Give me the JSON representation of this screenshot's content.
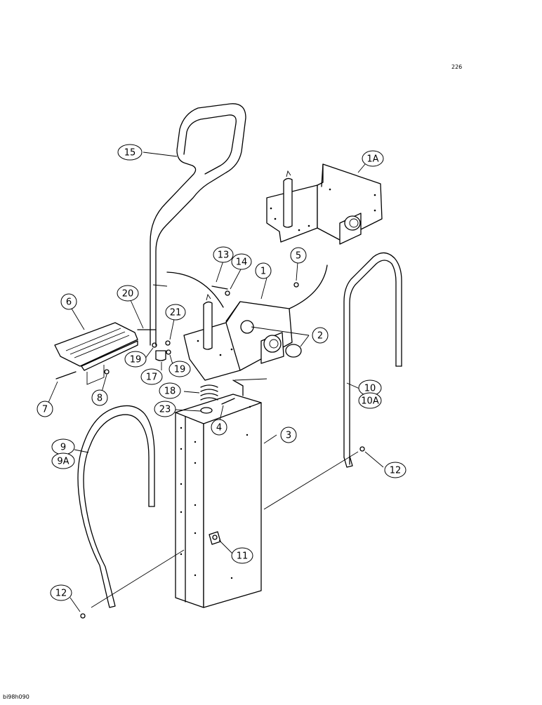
{
  "drawing": {
    "top_code": "226",
    "corner_code": "bi98h090"
  },
  "callouts": [
    {
      "id": "15",
      "text": "15"
    },
    {
      "id": "1A",
      "text": "1A"
    },
    {
      "id": "13",
      "text": "13"
    },
    {
      "id": "14",
      "text": "14"
    },
    {
      "id": "5",
      "text": "5"
    },
    {
      "id": "1",
      "text": "1"
    },
    {
      "id": "20",
      "text": "20"
    },
    {
      "id": "6",
      "text": "6"
    },
    {
      "id": "21",
      "text": "21"
    },
    {
      "id": "2",
      "text": "2"
    },
    {
      "id": "19a",
      "text": "19"
    },
    {
      "id": "19b",
      "text": "19"
    },
    {
      "id": "17",
      "text": "17"
    },
    {
      "id": "7",
      "text": "7"
    },
    {
      "id": "8",
      "text": "8"
    },
    {
      "id": "18",
      "text": "18"
    },
    {
      "id": "10",
      "text": "10"
    },
    {
      "id": "10A",
      "text": "10A"
    },
    {
      "id": "23",
      "text": "23"
    },
    {
      "id": "4",
      "text": "4"
    },
    {
      "id": "3",
      "text": "3"
    },
    {
      "id": "9",
      "text": "9"
    },
    {
      "id": "9A",
      "text": "9A"
    },
    {
      "id": "12a",
      "text": "12"
    },
    {
      "id": "11",
      "text": "11"
    },
    {
      "id": "12b",
      "text": "12"
    }
  ]
}
